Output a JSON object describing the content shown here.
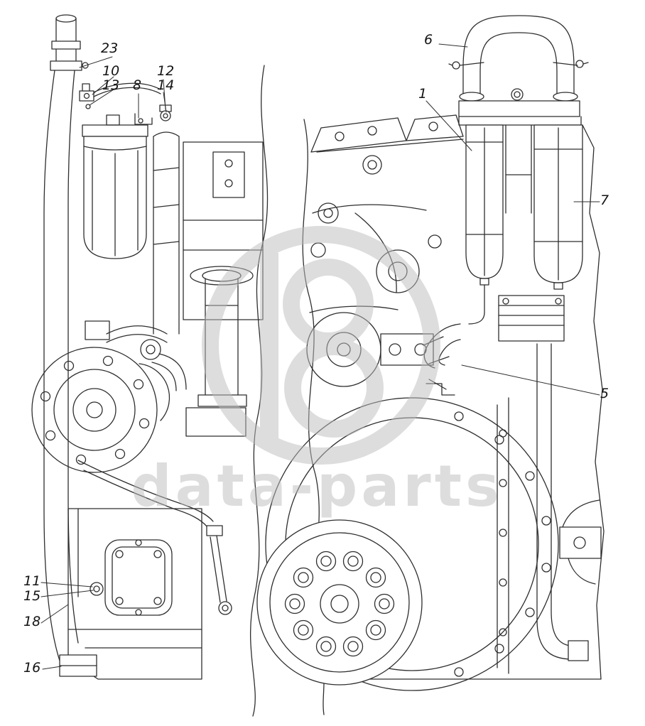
{
  "watermark": {
    "text": "data-parts"
  },
  "callouts": [
    {
      "text": "23"
    },
    {
      "text": "10"
    },
    {
      "text": "13"
    },
    {
      "text": "12"
    },
    {
      "text": "14"
    },
    {
      "text": "8"
    },
    {
      "text": "6"
    },
    {
      "text": "1"
    },
    {
      "text": "7"
    },
    {
      "text": "5"
    },
    {
      "text": "11"
    },
    {
      "text": "15"
    },
    {
      "text": "18"
    },
    {
      "text": "16"
    }
  ]
}
